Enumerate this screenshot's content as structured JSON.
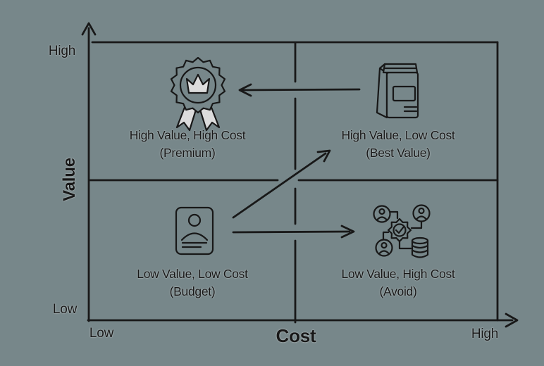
{
  "colors": {
    "background": "#77878a",
    "ink": "#181818",
    "light_fill": "#dcdcdc"
  },
  "y_axis": {
    "label": "Value",
    "high_tick": "High",
    "low_tick": "Low"
  },
  "x_axis": {
    "label": "Cost",
    "low_tick": "Low",
    "high_tick": "High"
  },
  "quadrants": {
    "top_left": {
      "line1": "High Value, High Cost",
      "line2": "(Premium)",
      "icon": "award-ribbon-icon"
    },
    "top_right": {
      "line1": "High Value, Low Cost",
      "line2": "(Best Value)",
      "icon": "product-bag-icon"
    },
    "bottom_left": {
      "line1": "Low Value, Low Cost",
      "line2": "(Budget)",
      "icon": "id-card-icon"
    },
    "bottom_right": {
      "line1": "Low Value, High Cost",
      "line2": "(Avoid)",
      "icon": "team-gear-database-icon"
    }
  },
  "arrows": [
    {
      "name": "best-value-to-premium",
      "from": "top_right",
      "to": "top_left"
    },
    {
      "name": "budget-to-best-value",
      "from": "bottom_left",
      "to": "top_right"
    },
    {
      "name": "budget-to-avoid",
      "from": "bottom_left",
      "to": "bottom_right"
    }
  ]
}
